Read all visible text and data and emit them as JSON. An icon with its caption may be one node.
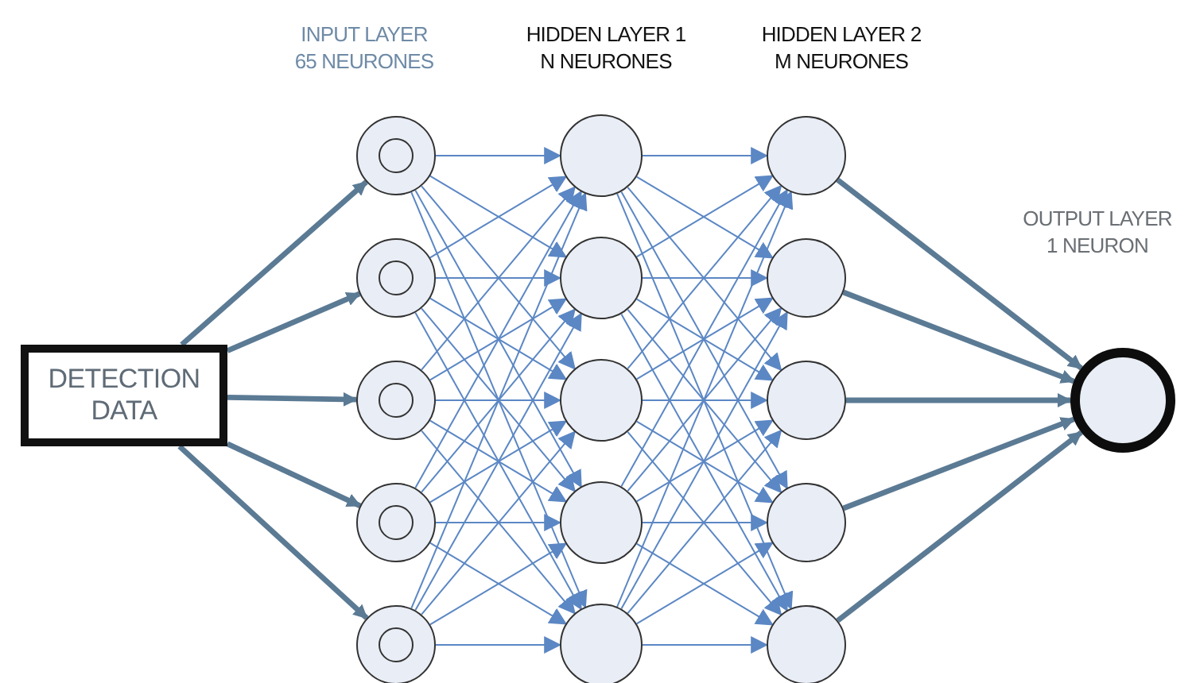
{
  "diagram": {
    "nodes": [
      {
        "text": [
          "DETECTION DATA"
        ]
      },
      {
        "text": [],
        "shape": "circle"
      },
      {
        "text": [],
        "shape": "circle"
      },
      {
        "text": [],
        "shape": "circle"
      },
      {
        "text": [],
        "shape": "circle"
      },
      {
        "text": [],
        "shape": "circle"
      },
      {
        "text": [],
        "shape": "circle"
      },
      {
        "text": [],
        "shape": "circle"
      },
      {
        "text": [],
        "shape": "circle"
      },
      {
        "text": [],
        "shape": "circle"
      },
      {
        "text": [],
        "shape": "circle"
      },
      {
        "text": [],
        "shape": "circle"
      },
      {
        "text": [],
        "shape": "circle"
      },
      {
        "text": [],
        "shape": "circle"
      },
      {
        "text": [],
        "shape": "circle"
      },
      {
        "text": [],
        "shape": "circle"
      },
      {
        "text": [],
        "shape": "circle"
      }
    ],
    "edges": [
      {
        "from": 0,
        "to": 1,
        "arrow": "to",
        "style": "thick",
        "color": "#5b7a94"
      },
      {
        "from": 0,
        "to": 2,
        "arrow": "to",
        "style": "thick",
        "color": "#5b7a94"
      },
      {
        "from": 0,
        "to": 3,
        "arrow": "to",
        "style": "thick",
        "color": "#5b7a94"
      },
      {
        "from": 0,
        "to": 4,
        "arrow": "to",
        "style": "thick",
        "color": "#5b7a94"
      },
      {
        "from": 0,
        "to": 5,
        "arrow": "to",
        "style": "thick",
        "color": "#5b7a94"
      },
      {
        "from": 1,
        "to": 6,
        "arrow": "to"
      },
      {
        "from": 1,
        "to": 7,
        "arrow": "to"
      },
      {
        "from": 1,
        "to": 8,
        "arrow": "to"
      },
      {
        "from": 1,
        "to": 9,
        "arrow": "to"
      },
      {
        "from": 1,
        "to": 10,
        "arrow": "to"
      },
      {
        "from": 2,
        "to": 6,
        "arrow": "to"
      },
      {
        "from": 2,
        "to": 7,
        "arrow": "to"
      },
      {
        "from": 2,
        "to": 8,
        "arrow": "to"
      },
      {
        "from": 2,
        "to": 9,
        "arrow": "to"
      },
      {
        "from": 2,
        "to": 10,
        "arrow": "to"
      },
      {
        "from": 3,
        "to": 6,
        "arrow": "to"
      },
      {
        "from": 3,
        "to": 7,
        "arrow": "to"
      },
      {
        "from": 3,
        "to": 8,
        "arrow": "to"
      },
      {
        "from": 3,
        "to": 9,
        "arrow": "to"
      },
      {
        "from": 3,
        "to": 10,
        "arrow": "to"
      },
      {
        "from": 4,
        "to": 6,
        "arrow": "to"
      },
      {
        "from": 4,
        "to": 7,
        "arrow": "to"
      },
      {
        "from": 4,
        "to": 8,
        "arrow": "to"
      },
      {
        "from": 4,
        "to": 9,
        "arrow": "to"
      },
      {
        "from": 4,
        "to": 10,
        "arrow": "to"
      },
      {
        "from": 5,
        "to": 6,
        "arrow": "to"
      },
      {
        "from": 5,
        "to": 7,
        "arrow": "to"
      },
      {
        "from": 5,
        "to": 8,
        "arrow": "to"
      },
      {
        "from": 5,
        "to": 9,
        "arrow": "to"
      },
      {
        "from": 5,
        "to": 10,
        "arrow": "to"
      },
      {
        "from": 6,
        "to": 11,
        "arrow": "to"
      },
      {
        "from": 6,
        "to": 12,
        "arrow": "to"
      },
      {
        "from": 6,
        "to": 13,
        "arrow": "to"
      },
      {
        "from": 6,
        "to": 14,
        "arrow": "to"
      },
      {
        "from": 6,
        "to": 15,
        "arrow": "to"
      },
      {
        "from": 7,
        "to": 11,
        "arrow": "to"
      },
      {
        "from": 7,
        "to": 12,
        "arrow": "to"
      },
      {
        "from": 7,
        "to": 13,
        "arrow": "to"
      },
      {
        "from": 7,
        "to": 14,
        "arrow": "to"
      },
      {
        "from": 7,
        "to": 15,
        "arrow": "to"
      },
      {
        "from": 8,
        "to": 11,
        "arrow": "to"
      },
      {
        "from": 8,
        "to": 12,
        "arrow": "to"
      },
      {
        "from": 8,
        "to": 13,
        "arrow": "to"
      },
      {
        "from": 8,
        "to": 14,
        "arrow": "to"
      },
      {
        "from": 8,
        "to": 15,
        "arrow": "to"
      },
      {
        "from": 9,
        "to": 11,
        "arrow": "to"
      },
      {
        "from": 9,
        "to": 12,
        "arrow": "to"
      },
      {
        "from": 9,
        "to": 13,
        "arrow": "to"
      },
      {
        "from": 9,
        "to": 14,
        "arrow": "to"
      },
      {
        "from": 9,
        "to": 15,
        "arrow": "to"
      },
      {
        "from": 10,
        "to": 11,
        "arrow": "to"
      },
      {
        "from": 10,
        "to": 12,
        "arrow": "to"
      },
      {
        "from": 10,
        "to": 13,
        "arrow": "to"
      },
      {
        "from": 10,
        "to": 14,
        "arrow": "to"
      },
      {
        "from": 10,
        "to": 15,
        "arrow": "to"
      },
      {
        "from": 11,
        "to": 16,
        "arrow": "to",
        "style": "thick",
        "color": "#5b7a94"
      },
      {
        "from": 12,
        "to": 16,
        "arrow": "to",
        "style": "thick",
        "color": "#5b7a94"
      },
      {
        "from": 13,
        "to": 16,
        "arrow": "to",
        "style": "thick",
        "color": "#5b7a94"
      },
      {
        "from": 14,
        "to": 16,
        "arrow": "to",
        "style": "thick",
        "color": "#5b7a94"
      },
      {
        "from": 15,
        "to": 16,
        "arrow": "to",
        "style": "thick",
        "color": "#5b7a94"
      }
    ],
    "labels": [
      "INPUT LAYER 65 NEURONES",
      "HIDDEN LAYER 1 N NEURONES",
      "HIDDEN LAYER 2 M NEURONES",
      "OUTPUT LAYER 1 NEURON"
    ]
  }
}
